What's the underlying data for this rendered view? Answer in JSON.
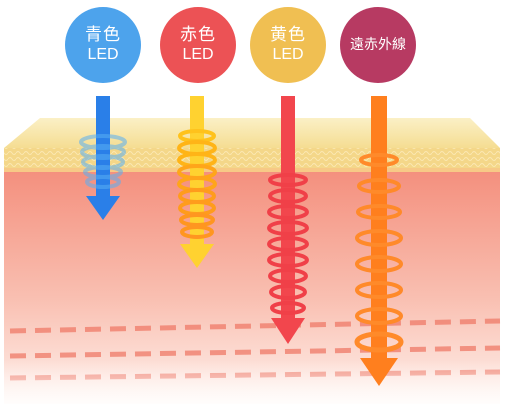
{
  "light_types": [
    {
      "id": "blue",
      "line1": "青色",
      "line2": "LED",
      "color": "#2d8bf0",
      "badge_color": "#4da3ec"
    },
    {
      "id": "red",
      "line1": "赤色",
      "line2": "LED",
      "color": "#f0484f",
      "badge_color": "#ec5255"
    },
    {
      "id": "yellow",
      "line1": "黄色",
      "line2": "LED",
      "color": "#ff9a3a",
      "badge_color": "#f0bf52"
    },
    {
      "id": "ir",
      "line1": "遠赤外線",
      "line2": "",
      "color": "#ff8a2a",
      "badge_color": "#b73a62"
    }
  ],
  "skin": {
    "epidermis_color": "#f7e6a8",
    "dermis_top_color": "#f6a190",
    "dermis_bottom_color": "#fde7e0",
    "dash_color": "#f08070"
  }
}
